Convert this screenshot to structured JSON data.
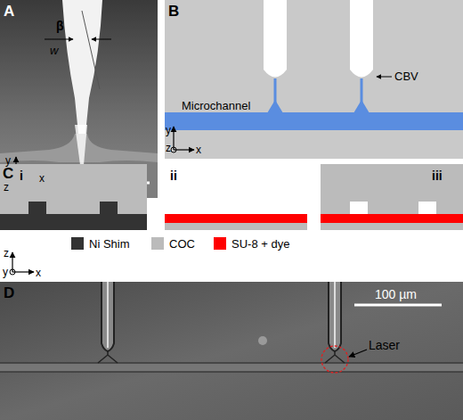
{
  "diagram": {
    "labels": [
      "A",
      "β",
      "w",
      "y",
      "x",
      "z",
      "B",
      "CBV",
      "Microchannel",
      "y",
      "z",
      "x",
      "C",
      "i",
      "ii",
      "iii",
      "z",
      "y",
      "x",
      "D",
      "100 µm",
      "Laser"
    ],
    "legend": [
      {
        "text": "Ni Shim",
        "color": "#333333"
      },
      {
        "text": "COC",
        "color": "#bbbbbb"
      },
      {
        "text": "SU-8 + dye",
        "color": "#ff0000"
      }
    ]
  }
}
